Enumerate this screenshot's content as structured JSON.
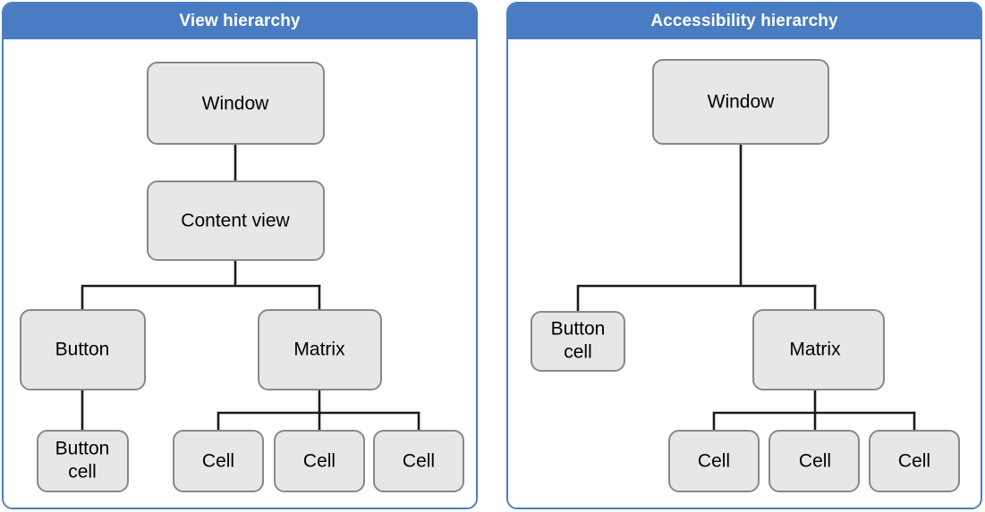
{
  "panels": [
    {
      "id": "view-hierarchy",
      "title": "View hierarchy",
      "nodes": [
        {
          "id": "window",
          "label": "Window",
          "lines": [
            "Window"
          ]
        },
        {
          "id": "content-view",
          "label": "Content view",
          "lines": [
            "Content view"
          ]
        },
        {
          "id": "button",
          "label": "Button",
          "lines": [
            "Button"
          ]
        },
        {
          "id": "matrix",
          "label": "Matrix",
          "lines": [
            "Matrix"
          ]
        },
        {
          "id": "button-cell",
          "label": "Button cell",
          "lines": [
            "Button",
            "cell"
          ]
        },
        {
          "id": "cell-1",
          "label": "Cell",
          "lines": [
            "Cell"
          ]
        },
        {
          "id": "cell-2",
          "label": "Cell",
          "lines": [
            "Cell"
          ]
        },
        {
          "id": "cell-3",
          "label": "Cell",
          "lines": [
            "Cell"
          ]
        }
      ],
      "edges": [
        {
          "from": "window",
          "to": "content-view"
        },
        {
          "from": "content-view",
          "to": "button"
        },
        {
          "from": "content-view",
          "to": "matrix"
        },
        {
          "from": "button",
          "to": "button-cell"
        },
        {
          "from": "matrix",
          "to": "cell-1"
        },
        {
          "from": "matrix",
          "to": "cell-2"
        },
        {
          "from": "matrix",
          "to": "cell-3"
        }
      ]
    },
    {
      "id": "accessibility-hierarchy",
      "title": "Accessibility hierarchy",
      "nodes": [
        {
          "id": "window",
          "label": "Window",
          "lines": [
            "Window"
          ]
        },
        {
          "id": "button-cell",
          "label": "Button cell",
          "lines": [
            "Button",
            "cell"
          ]
        },
        {
          "id": "matrix",
          "label": "Matrix",
          "lines": [
            "Matrix"
          ]
        },
        {
          "id": "cell-1",
          "label": "Cell",
          "lines": [
            "Cell"
          ]
        },
        {
          "id": "cell-2",
          "label": "Cell",
          "lines": [
            "Cell"
          ]
        },
        {
          "id": "cell-3",
          "label": "Cell",
          "lines": [
            "Cell"
          ]
        }
      ],
      "edges": [
        {
          "from": "window",
          "to": "button-cell"
        },
        {
          "from": "window",
          "to": "matrix"
        },
        {
          "from": "matrix",
          "to": "cell-1"
        },
        {
          "from": "matrix",
          "to": "cell-2"
        },
        {
          "from": "matrix",
          "to": "cell-3"
        }
      ]
    }
  ],
  "colors": {
    "header_blue": "#4a7cc3",
    "panel_border": "#4a7cc3",
    "node_fill": "#e7e7e7",
    "node_stroke": "#888888",
    "edge_stroke": "#1a1a1a",
    "header_text": "#ffffff",
    "node_text": "#000000",
    "background": "#ffffff"
  }
}
